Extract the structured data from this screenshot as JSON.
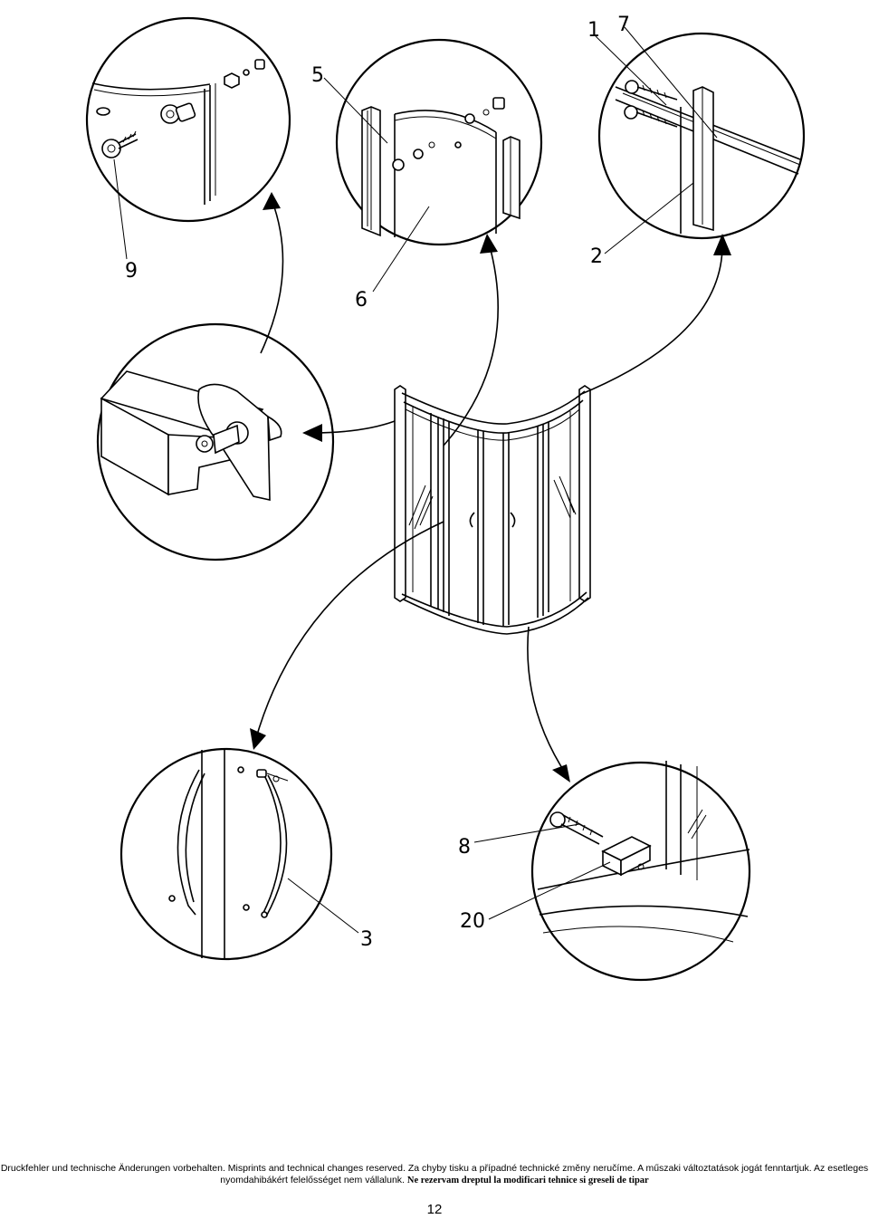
{
  "labels": {
    "part_1": "1",
    "part_7": "7",
    "part_5": "5",
    "part_9": "9",
    "part_6": "6",
    "part_2": "2",
    "part_8": "8",
    "part_20": "20",
    "part_3": "3"
  },
  "footer": {
    "disclaimer_main": "Druckfehler und technische Änderungen vorbehalten. Misprints and technical changes reserved. Za chyby tisku a případné technické změny neručíme. A műszaki változtatások jogát fenntartjuk. Az esetleges nyomdahibákért felelősséget nem vállalunk.",
    "disclaimer_ro": "Ne rezervam dreptul la modificari tehnice si greseli de tipar"
  },
  "page_number": "12"
}
